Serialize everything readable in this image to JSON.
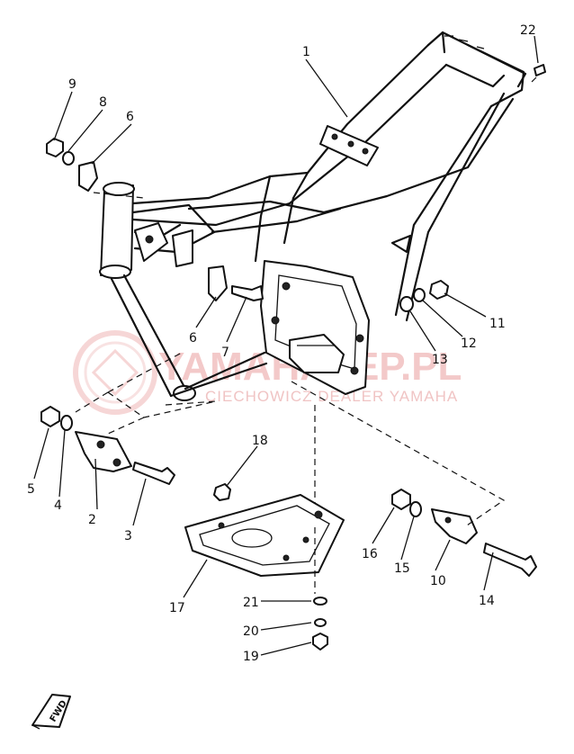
{
  "watermark": {
    "main": "YAMAHALEP.PL",
    "sub": "CIECHOWICZ DEALER YAMAHA"
  },
  "fwd_label": "FWD",
  "callouts": [
    {
      "id": "c1",
      "label": "1"
    },
    {
      "id": "c2",
      "label": "2"
    },
    {
      "id": "c3",
      "label": "3"
    },
    {
      "id": "c4",
      "label": "4"
    },
    {
      "id": "c5",
      "label": "5"
    },
    {
      "id": "c6a",
      "label": "6"
    },
    {
      "id": "c6b",
      "label": "6"
    },
    {
      "id": "c7",
      "label": "7"
    },
    {
      "id": "c8",
      "label": "8"
    },
    {
      "id": "c9",
      "label": "9"
    },
    {
      "id": "c10",
      "label": "10"
    },
    {
      "id": "c11",
      "label": "11"
    },
    {
      "id": "c12",
      "label": "12"
    },
    {
      "id": "c13",
      "label": "13"
    },
    {
      "id": "c14",
      "label": "14"
    },
    {
      "id": "c15",
      "label": "15"
    },
    {
      "id": "c16",
      "label": "16"
    },
    {
      "id": "c17",
      "label": "17"
    },
    {
      "id": "c18",
      "label": "18"
    },
    {
      "id": "c19",
      "label": "19"
    },
    {
      "id": "c20",
      "label": "20"
    },
    {
      "id": "c21",
      "label": "21"
    },
    {
      "id": "c22",
      "label": "22"
    }
  ]
}
